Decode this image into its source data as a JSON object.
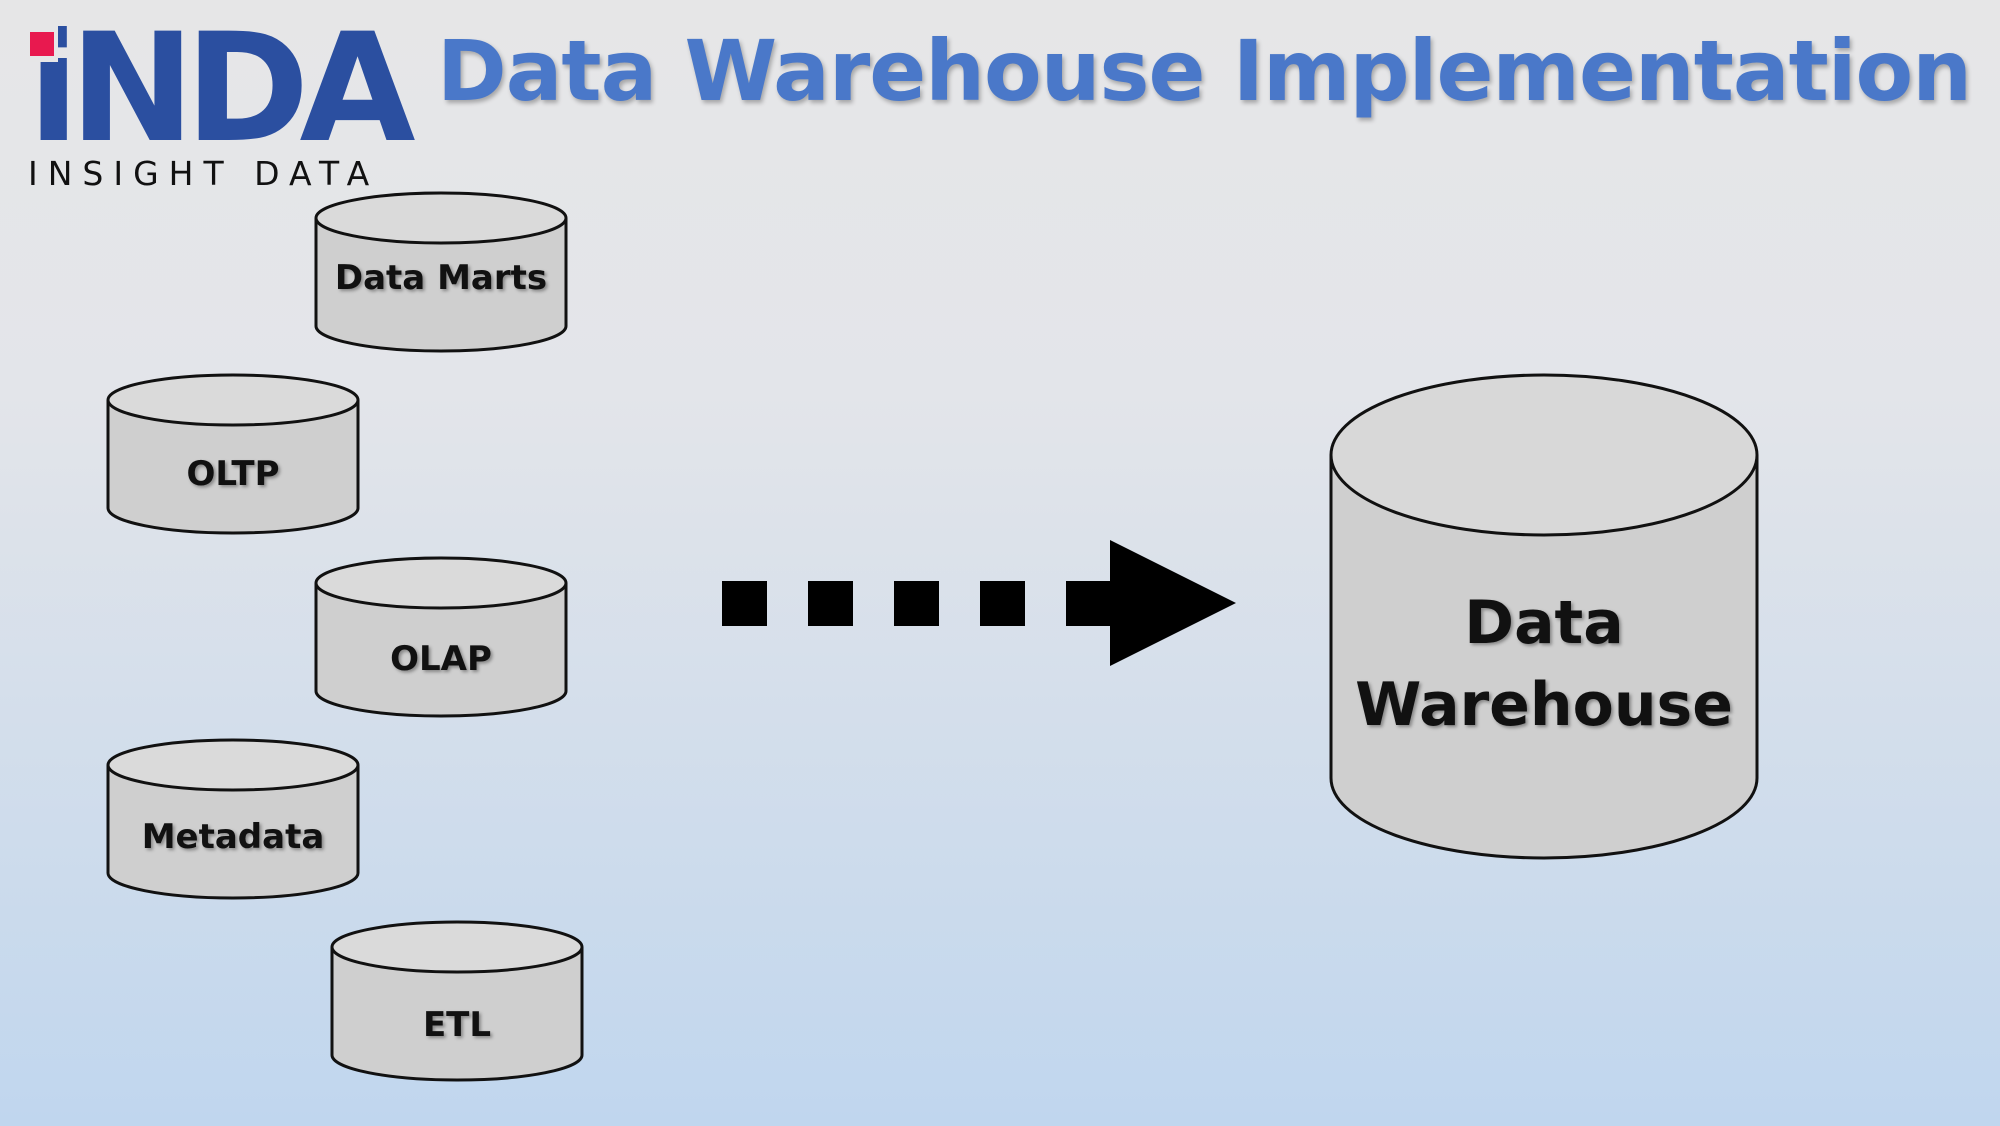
{
  "logo": {
    "main": "iNDA",
    "sub": "INSIGHT DATA",
    "colors": {
      "text": "#2b4fa0",
      "accent": "#e8194f"
    }
  },
  "title": "Data Warehouse Implementation",
  "sources": [
    {
      "label": "Data Marts"
    },
    {
      "label": "OLTP"
    },
    {
      "label": "OLAP"
    },
    {
      "label": "Metadata"
    },
    {
      "label": "ETL"
    }
  ],
  "target": {
    "label": "Data Warehouse"
  },
  "connector": {
    "icon": "dashed-right-arrow-icon",
    "segments": 5
  },
  "colors": {
    "title": "#4a78c9",
    "cylinder_fill": "#cfcfcf",
    "cylinder_stroke": "#111111"
  }
}
